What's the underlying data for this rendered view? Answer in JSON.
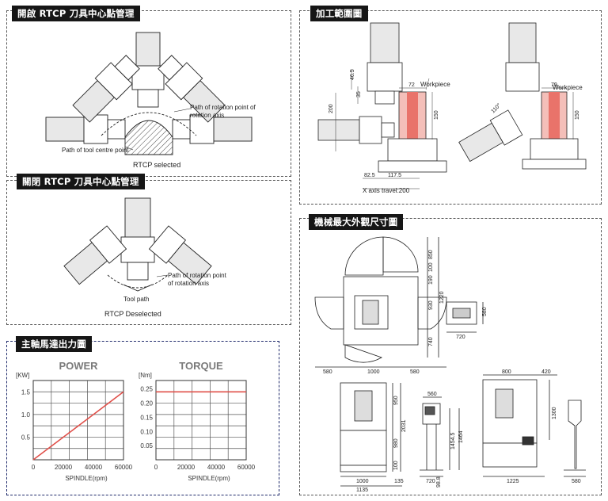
{
  "rtcp_on": {
    "title": "開啟 RTCP 刀具中心點管理",
    "label_rotation": "Path of rotation point of\nrotation axis",
    "label_rotation_1": "Path of rotation point of",
    "label_rotation_2": "rotation axis",
    "label_tool_centre": "Path of tool centre point",
    "caption": "RTCP selected"
  },
  "rtcp_off": {
    "title": "關閉 RTCP 刀具中心點管理",
    "label_rotation_1": "Path of rotation point",
    "label_rotation_2": "of rotation axis",
    "label_tool_path": "Tool path",
    "caption": "RTCP Deselected"
  },
  "machining": {
    "title": "加工範圍圖",
    "workpiece_label": "Workpiece",
    "dims_left": [
      "46.5",
      "35",
      "200",
      "72",
      "150",
      "82.5",
      "117.5"
    ],
    "x_travel": "X axis travel:200",
    "dims_right": [
      "70",
      "150",
      "110°"
    ]
  },
  "dimensions": {
    "title": "機械最大外觀尺寸圖",
    "plan_dims": [
      "850",
      "100",
      "190",
      "1220",
      "930",
      "740",
      "580",
      "1000",
      "580"
    ],
    "small_dims": [
      "580",
      "720"
    ],
    "front_dims": [
      "950",
      "2031",
      "980",
      "100",
      "1000",
      "135",
      "1135"
    ],
    "panel_dims": [
      "560",
      "1454.5",
      "1464",
      "720",
      "98.8"
    ],
    "side_dims": [
      "800",
      "420",
      "1300",
      "1225"
    ],
    "stand_dims": [
      "580"
    ]
  },
  "output": {
    "title": "主軸馬達出力圖"
  },
  "chart_data": [
    {
      "type": "line",
      "title": "POWER",
      "ylabel": "[KW]",
      "xlabel": "SPINDLE(rpm)",
      "x_ticks": [
        "0",
        "20000",
        "40000",
        "60000"
      ],
      "y_ticks": [
        "0.5",
        "1.0",
        "1.5"
      ],
      "xlim": [
        0,
        60000
      ],
      "ylim": [
        0,
        1.75
      ],
      "grid": true,
      "series": [
        {
          "x": [
            0,
            60000
          ],
          "y": [
            0,
            1.5
          ],
          "color": "#e0504a"
        }
      ]
    },
    {
      "type": "line",
      "title": "TORQUE",
      "ylabel": "[Nm]",
      "xlabel": "SPINDLE(rpm)",
      "x_ticks": [
        "0",
        "20000",
        "40000",
        "60000"
      ],
      "y_ticks": [
        "0.05",
        "0.10",
        "0.15",
        "0.20",
        "0.25"
      ],
      "xlim": [
        0,
        60000
      ],
      "ylim": [
        0,
        0.28
      ],
      "grid": true,
      "series": [
        {
          "x": [
            0,
            60000
          ],
          "y": [
            0.24,
            0.24
          ],
          "color": "#e0504a"
        }
      ]
    }
  ]
}
